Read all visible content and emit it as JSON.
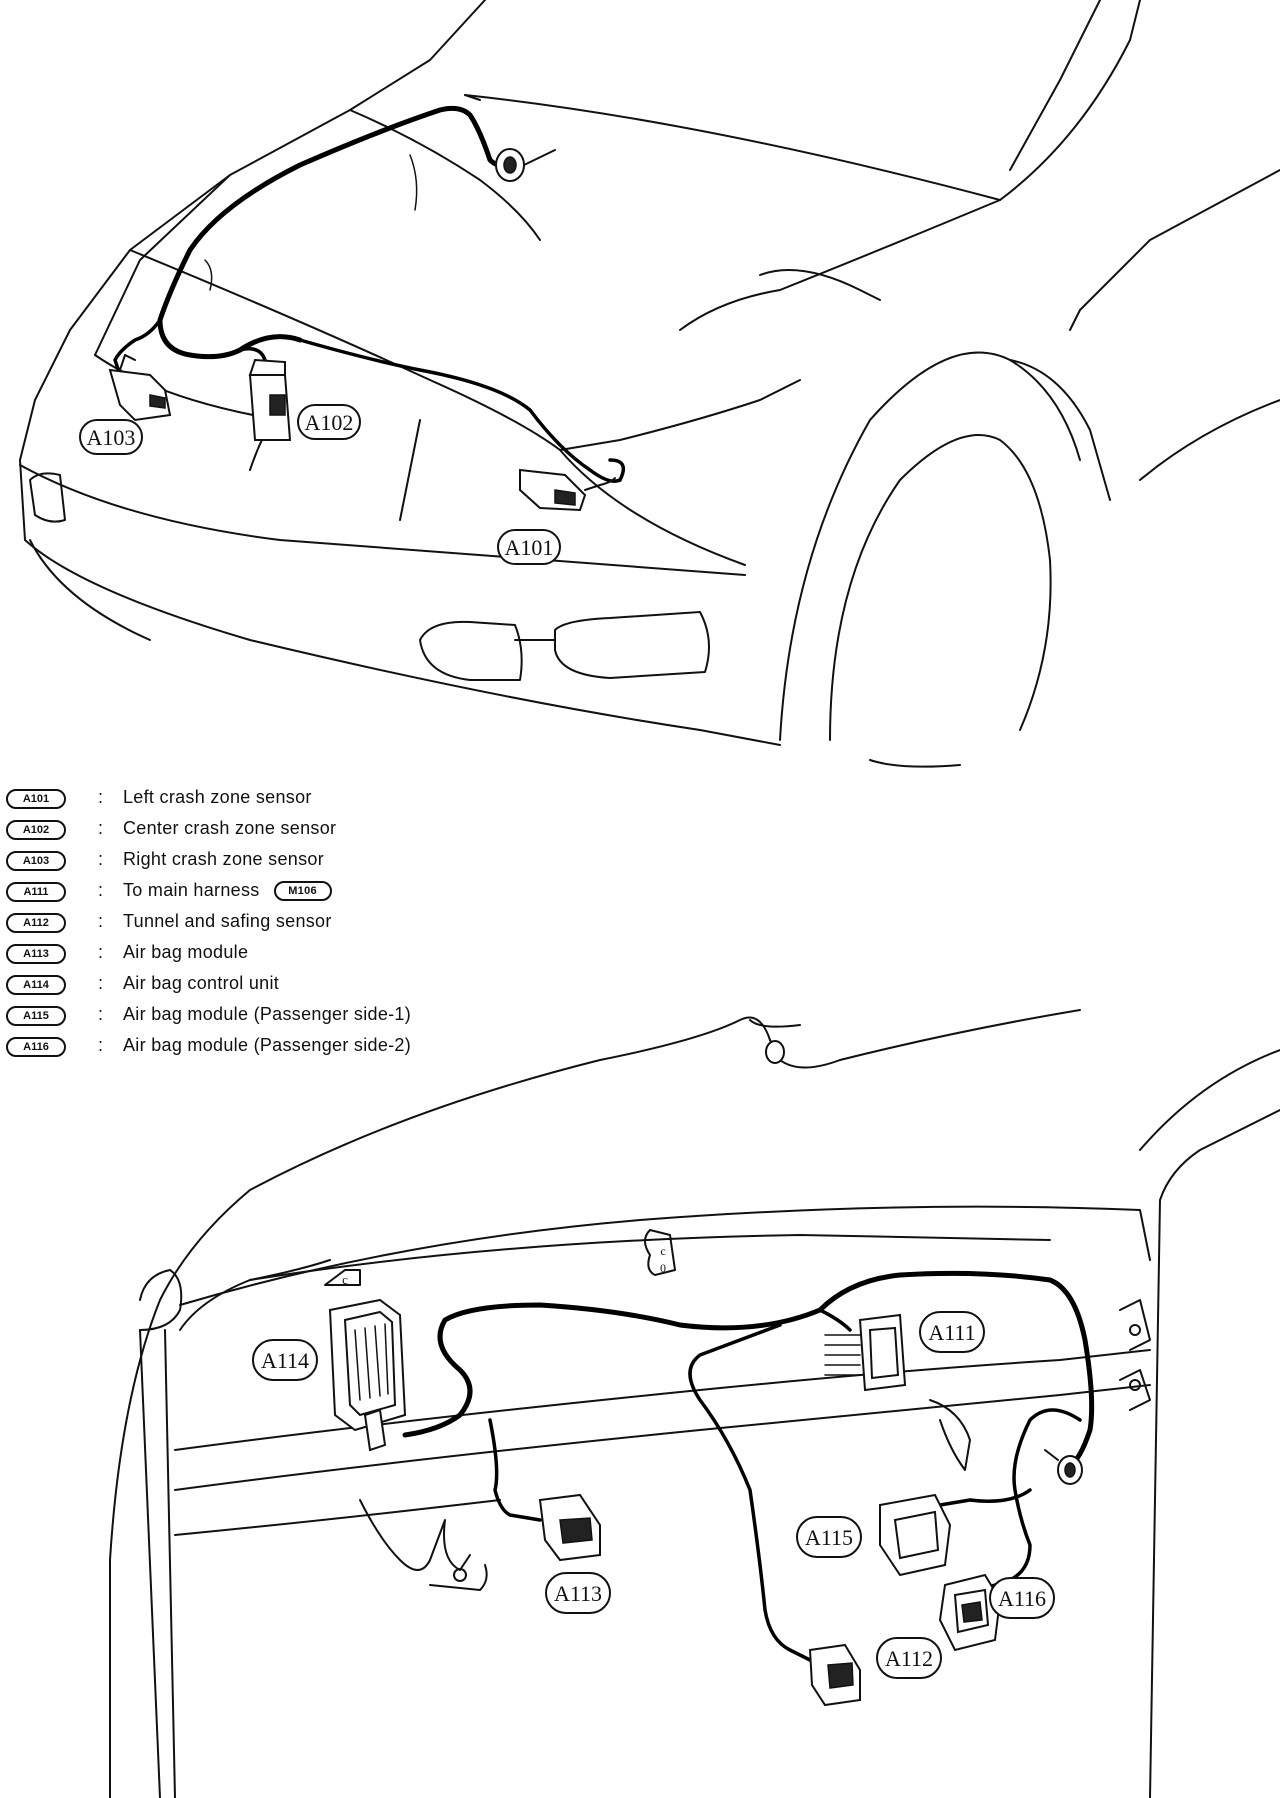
{
  "callouts": {
    "a101": "A101",
    "a102": "A102",
    "a103": "A103",
    "a111": "A111",
    "a112": "A112",
    "a113": "A113",
    "a114": "A114",
    "a115": "A115",
    "a116": "A116"
  },
  "legend": [
    {
      "code": "A101",
      "sep": ":",
      "desc": "Left crash zone sensor"
    },
    {
      "code": "A102",
      "sep": ":",
      "desc": "Center crash zone sensor"
    },
    {
      "code": "A103",
      "sep": ":",
      "desc": "Right crash zone sensor"
    },
    {
      "code": "A111",
      "sep": ":",
      "desc": "To main harness",
      "ref": "M106"
    },
    {
      "code": "A112",
      "sep": ":",
      "desc": "Tunnel and safing sensor"
    },
    {
      "code": "A113",
      "sep": ":",
      "desc": "Air bag module"
    },
    {
      "code": "A114",
      "sep": ":",
      "desc": "Air bag control unit"
    },
    {
      "code": "A115",
      "sep": ":",
      "desc": "Air bag module (Passenger side-1)"
    },
    {
      "code": "A116",
      "sep": ":",
      "desc": "Air bag module (Passenger side-2)"
    }
  ],
  "marks": {
    "clip_letter": "c",
    "clip_letter_2": "c",
    "clip_ring": "0"
  }
}
